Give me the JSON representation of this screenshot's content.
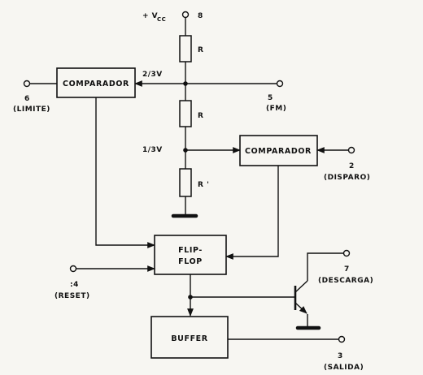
{
  "supply": {
    "label": "+ V",
    "sub": "CC",
    "pin": "8"
  },
  "resistors": {
    "r1": "R",
    "r2": "R",
    "r3": "R '"
  },
  "nodes": {
    "upper": "2/3V",
    "lower": "1/3V"
  },
  "blocks": {
    "comparator_upper": "COMPARADOR",
    "comparator_lower": "COMPARADOR",
    "flipflop_line1": "FLIP-",
    "flipflop_line2": "FLOP",
    "buffer": "BUFFER"
  },
  "pins": {
    "limite": {
      "number": "6",
      "name": "(LIMITE)"
    },
    "fm": {
      "number": "5",
      "name": "(FM)"
    },
    "disparo": {
      "number": "2",
      "name": "(DISPARO)"
    },
    "reset": {
      "number": ":4",
      "name": "(RESET)"
    },
    "descarga": {
      "number": "7",
      "name": "(DESCARGA)"
    },
    "salida": {
      "number": "3",
      "name": "(SALIDA)"
    }
  }
}
